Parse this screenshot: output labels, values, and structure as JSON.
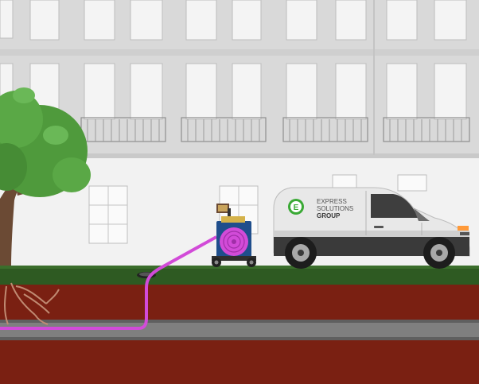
{
  "van": {
    "brand_line1": "EXPRESS",
    "brand_line2": "SOLUTIONS",
    "brand_line3": "GROUP",
    "logo_letter": "E"
  },
  "colors": {
    "sky_building": "#dcdcdc",
    "building_upper": "#d9d9d9",
    "building_lower": "#f2f2f2",
    "grass": "#2e5a22",
    "soil": "#7a2012",
    "pipe": "#7f7f7f",
    "liner_hose": "#d24bd8",
    "reel_box": "#1f4e8c",
    "van_body": "#e8e8e8",
    "logo_green": "#3aa935",
    "tree_leaf": "#4f9a3c",
    "trunk": "#6b4a34"
  },
  "icons": {
    "logo": "express-solutions-logo-icon",
    "reel": "liner-reel-icon",
    "manhole": "manhole-icon"
  }
}
